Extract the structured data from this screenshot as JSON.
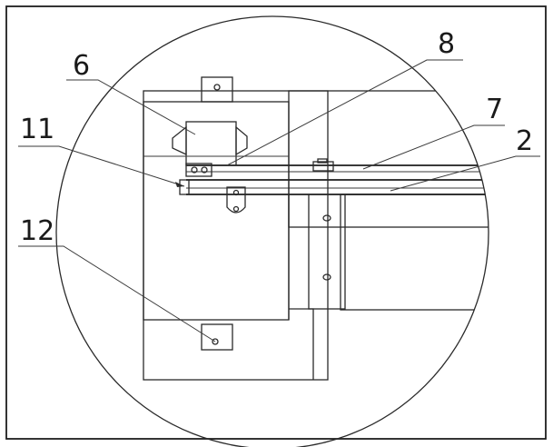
{
  "labels": {
    "l6": "6",
    "l8": "8",
    "l11": "11",
    "l7": "7",
    "l2": "2",
    "l12": "12"
  }
}
